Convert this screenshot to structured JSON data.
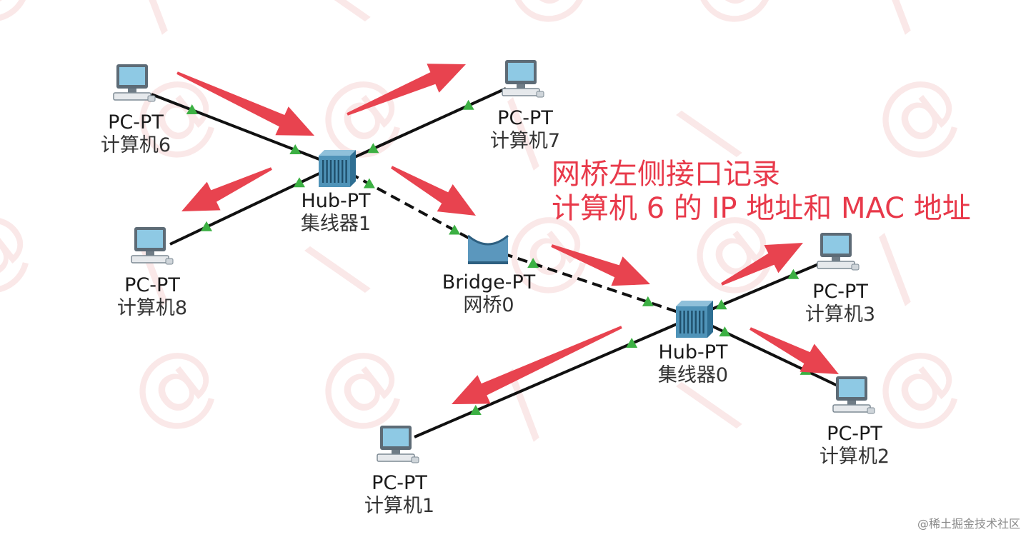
{
  "colors": {
    "arrow": "#e8434f",
    "link": "#111111",
    "port": "#3cb043",
    "annotation": "#e8394a",
    "hub_face": "#4f93b8",
    "bridge_face": "#5b97bd",
    "pc_screen": "#8ec9e4",
    "pc_body": "#e6e9ec"
  },
  "devices": {
    "pc6": {
      "type": "pc",
      "icon": "pc-icon",
      "model": "PC-PT",
      "name": "计算机6"
    },
    "pc7": {
      "type": "pc",
      "icon": "pc-icon",
      "model": "PC-PT",
      "name": "计算机7"
    },
    "pc8": {
      "type": "pc",
      "icon": "pc-icon",
      "model": "PC-PT",
      "name": "计算机8"
    },
    "hub1": {
      "type": "hub",
      "icon": "hub-icon",
      "model": "Hub-PT",
      "name": "集线器1"
    },
    "bridge0": {
      "type": "bridge",
      "icon": "bridge-icon",
      "model": "Bridge-PT",
      "name": "网桥0"
    },
    "hub0": {
      "type": "hub",
      "icon": "hub-icon",
      "model": "Hub-PT",
      "name": "集线器0"
    },
    "pc3": {
      "type": "pc",
      "icon": "pc-icon",
      "model": "PC-PT",
      "name": "计算机3"
    },
    "pc2": {
      "type": "pc",
      "icon": "pc-icon",
      "model": "PC-PT",
      "name": "计算机2"
    },
    "pc1": {
      "type": "pc",
      "icon": "pc-icon",
      "model": "PC-PT",
      "name": "计算机1"
    }
  },
  "links": [
    {
      "from": "pc6",
      "to": "hub1",
      "style": "solid"
    },
    {
      "from": "hub1",
      "to": "pc7",
      "style": "solid"
    },
    {
      "from": "hub1",
      "to": "pc8",
      "style": "solid"
    },
    {
      "from": "hub1",
      "to": "bridge0",
      "style": "dashed"
    },
    {
      "from": "bridge0",
      "to": "hub0",
      "style": "dashed"
    },
    {
      "from": "hub0",
      "to": "pc3",
      "style": "solid"
    },
    {
      "from": "hub0",
      "to": "pc2",
      "style": "solid"
    },
    {
      "from": "hub0",
      "to": "pc1",
      "style": "solid"
    }
  ],
  "flow_arrows": [
    {
      "from": "pc6",
      "to": "hub1"
    },
    {
      "from": "hub1",
      "to": "pc7"
    },
    {
      "from": "hub1",
      "to": "pc8"
    },
    {
      "from": "hub1",
      "to": "bridge0"
    },
    {
      "from": "bridge0",
      "to": "hub0"
    },
    {
      "from": "hub0",
      "to": "pc3"
    },
    {
      "from": "hub0",
      "to": "pc2"
    },
    {
      "from": "hub0",
      "to": "pc1"
    }
  ],
  "annotation": {
    "line1": "网桥左侧接口记录",
    "line2": "计算机 6 的 IP 地址和 MAC 地址"
  },
  "credit": "@稀土掘金技术社区"
}
